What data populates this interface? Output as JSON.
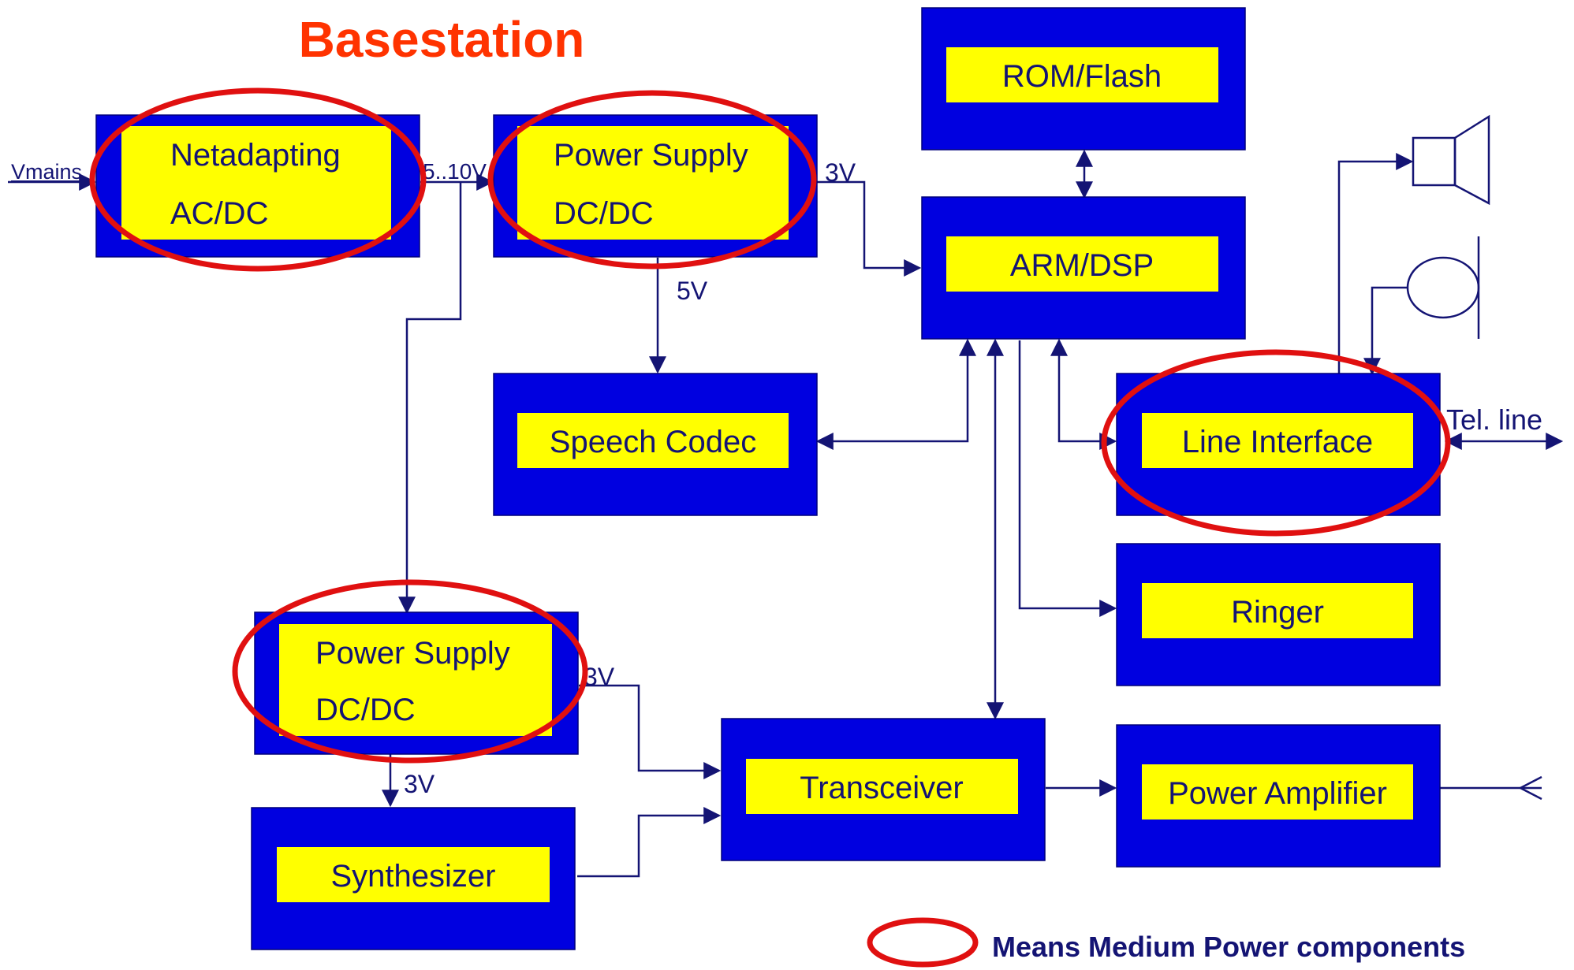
{
  "title": "Basestation",
  "blocks": {
    "netadapting": {
      "line1": "Netadapting",
      "line2": "AC/DC"
    },
    "power_supply_top": {
      "line1": "Power Supply",
      "line2": "DC/DC"
    },
    "rom_flash": {
      "label": "ROM/Flash"
    },
    "arm_dsp": {
      "label": "ARM/DSP"
    },
    "speech_codec": {
      "label": "Speech Codec"
    },
    "line_interface": {
      "label": "Line Interface"
    },
    "ringer": {
      "label": "Ringer"
    },
    "power_supply_bottom": {
      "line1": "Power Supply",
      "line2": "DC/DC"
    },
    "transceiver": {
      "label": "Transceiver"
    },
    "power_amplifier": {
      "label": "Power Amplifier"
    },
    "synthesizer": {
      "label": "Synthesizer"
    }
  },
  "wire_labels": {
    "vmains": "Vmains",
    "v_5_10": "5..10V",
    "v_3_top": "3V",
    "v_5": "5V",
    "tel_line": "Tel. line",
    "v_3_bottom_right": "3V",
    "v_3_bottom_down": "3V"
  },
  "legend": {
    "text": "Means Medium Power components"
  },
  "colors": {
    "block_outer": "#0000e0",
    "block_inner": "#ffff00",
    "highlight": "#e01010",
    "title": "#ff3300",
    "line": "#141474"
  }
}
